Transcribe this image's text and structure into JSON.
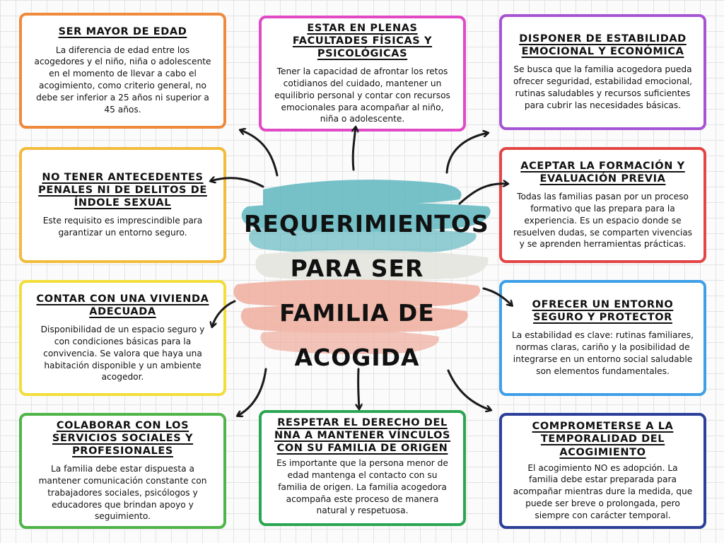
{
  "title_lines": [
    "REQUERIMIENTOS",
    "PARA SER",
    "FAMILIA DE",
    "ACOGIDA"
  ],
  "colors": {
    "orange": "#ef8a3c",
    "pink": "#e14ac6",
    "purple": "#a655d2",
    "gold": "#f2bb3a",
    "red": "#e24545",
    "yellow": "#f2dd3a",
    "blue": "#3f9fe6",
    "green": "#4fb548",
    "green_dark": "#2aa552",
    "navy": "#2c3f99",
    "teal_paint": "#5fb8c0",
    "peach_paint": "#f0b2a3",
    "arrow": "#1a1a1a"
  },
  "cards": [
    {
      "id": "mayor-edad",
      "title": "SER MAYOR DE EDAD",
      "text": "La diferencia de edad entre los acogedores y el niño, niña o adolescente en el momento de llevar a cabo el acogimiento, como criterio general, no debe ser inferior a 25 años ni superior a 45 años."
    },
    {
      "id": "facultades",
      "title": "ESTAR EN PLENAS FACULTADES FÍSICAS Y PSICOLÓGICAS",
      "text": "Tener la capacidad de afrontar los retos cotidianos del cuidado, mantener un equilibrio personal y contar con recursos emocionales para acompañar al niño, niña o adolescente."
    },
    {
      "id": "estabilidad",
      "title": "DISPONER DE ESTABILIDAD EMOCIONAL Y ECONÓMICA",
      "text": "Se busca que la familia acogedora pueda ofrecer seguridad, estabilidad emocional, rutinas saludables y recursos suficientes para cubrir las necesidades básicas."
    },
    {
      "id": "antecedentes",
      "title": "NO TENER ANTECEDENTES PENALES NI DE DELITOS DE ÍNDOLE SEXUAL",
      "text": "Este requisito es imprescindible para garantizar un entorno seguro."
    },
    {
      "id": "formacion",
      "title": "ACEPTAR LA FORMACIÓN Y EVALUACIÓN PREVIA",
      "text": "Todas las familias pasan por un proceso formativo que las prepara para la experiencia. Es un espacio donde se resuelven dudas, se comparten vivencias y se aprenden herramientas prácticas."
    },
    {
      "id": "vivienda",
      "title": "CONTAR CON UNA VIVIENDA ADECUADA",
      "text": "Disponibilidad de un espacio seguro y con condiciones básicas para la convivencia. Se valora que haya una habitación disponible y un ambiente acogedor."
    },
    {
      "id": "entorno",
      "title": "OFRECER UN ENTORNO SEGURO Y PROTECTOR",
      "text": "La estabilidad es clave: rutinas familiares, normas claras, cariño y la posibilidad de integrarse en un entorno social saludable son elementos fundamentales."
    },
    {
      "id": "colaborar",
      "title": "COLABORAR CON LOS SERVICIOS SOCIALES Y PROFESIONALES",
      "text": "La familia debe estar dispuesta a mantener comunicación constante con trabajadores sociales, psicólogos y educadores que brindan apoyo y seguimiento."
    },
    {
      "id": "vinculos",
      "title": "RESPETAR EL DERECHO DEL NNA A MANTENER VÍNCULOS CON SU FAMILIA DE ORIGEN",
      "text": "Es importante que la persona menor de edad mantenga el contacto con su familia de origen. La familia acogedora acompaña este proceso de manera natural y respetuosa."
    },
    {
      "id": "temporalidad",
      "title": "COMPROMETERSE A LA TEMPORALIDAD DEL ACOGIMIENTO",
      "text": "El acogimiento NO es adopción. La familia debe estar preparada para acompañar mientras dure la medida, que puede ser breve o prolongada, pero siempre con carácter temporal."
    }
  ]
}
